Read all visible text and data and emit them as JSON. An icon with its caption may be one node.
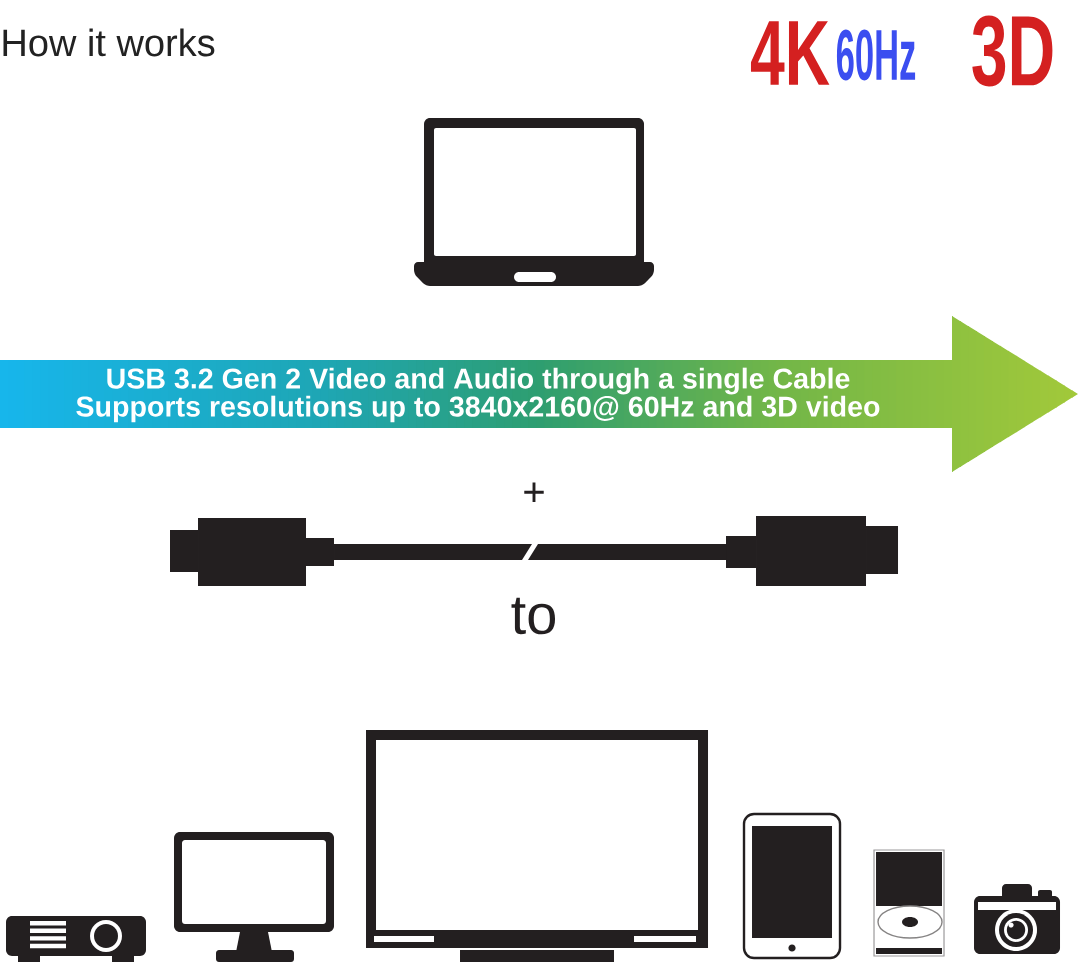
{
  "diagram": {
    "title": "How it works",
    "nodes": [
      {
        "text": [],
        "shape": "picture"
      },
      {
        "text": [
          "USB 3.2 Gen 2 Video and Audio through a single Cable",
          "Supports resolutions up to 3840x2160@ 60Hz and 3D video"
        ]
      },
      {
        "text": [],
        "shape": "picture",
        "beside": [
          "+",
          "to"
        ]
      },
      {
        "text": [],
        "shape": "picture"
      },
      {
        "text": [],
        "shape": "picture"
      },
      {
        "text": [],
        "shape": "picture"
      },
      {
        "text": [],
        "shape": "picture"
      },
      {
        "text": [],
        "shape": "picture"
      },
      {
        "text": [],
        "shape": "picture"
      }
    ],
    "labels": [
      "4K",
      "60Hz",
      "3D"
    ]
  }
}
